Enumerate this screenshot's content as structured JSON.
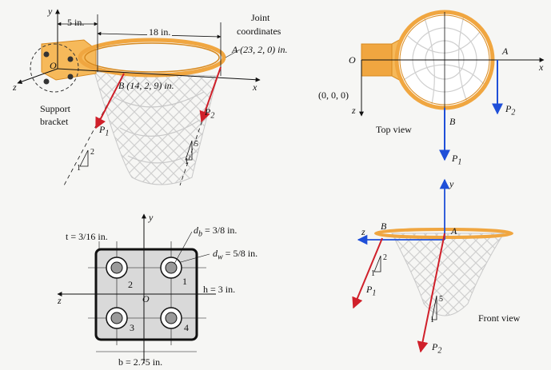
{
  "colors": {
    "rim": "#f0a640",
    "rim_dark": "#d88a20",
    "bracket": "#f6b95a",
    "net": "#cfcfcf",
    "force_red": "#d0202a",
    "force_blue": "#1f4fd8",
    "plate": "#d9d9d9",
    "washer": "#bdbdbd"
  },
  "iso": {
    "axis_y": "y",
    "axis_x": "x",
    "axis_z": "z",
    "origin": "O",
    "dim_5": "5 in.",
    "dim_18": "18 in.",
    "joint_title_1": "Joint",
    "joint_title_2": "coordinates",
    "point_A": "A (23, 2, 0) in.",
    "point_B": "B (14, 2, 9) in.",
    "bracket_1": "Support",
    "bracket_2": "bracket",
    "p1_base": "P",
    "p1_sub": "1",
    "p2_base": "P",
    "p2_sub": "2",
    "slope1_rise": "2",
    "slope1_run": "1",
    "slope2_rise": "5",
    "slope2_run": "1"
  },
  "top": {
    "origin": "O",
    "axis_x": "x",
    "axis_z": "z",
    "point_A": "A",
    "point_B": "B",
    "origin_coords": "(0, 0, 0)",
    "caption": "Top view",
    "p1_base": "P",
    "p1_sub": "1",
    "p2_base": "P",
    "p2_sub": "2"
  },
  "plate": {
    "axis_y": "y",
    "axis_z": "z",
    "origin": "O",
    "t_label": "t = 3/16 in.",
    "db_base": "d",
    "db_sub": "b",
    "db_value": " = 3/8 in.",
    "dw_base": "d",
    "dw_sub": "w",
    "dw_value": " = 5/8 in.",
    "h_label": "h = 3 in.",
    "b_label": "b = 2.75 in.",
    "bolt_1": "1",
    "bolt_2": "2",
    "bolt_3": "3",
    "bolt_4": "4"
  },
  "front": {
    "axis_y": "y",
    "axis_z": "z",
    "point_A": "A",
    "point_B": "B",
    "caption": "Front view",
    "p1_base": "P",
    "p1_sub": "1",
    "p2_base": "P",
    "p2_sub": "2",
    "slope1_rise": "2",
    "slope1_run": "1",
    "slope2_rise": "5",
    "slope2_run": "1"
  }
}
